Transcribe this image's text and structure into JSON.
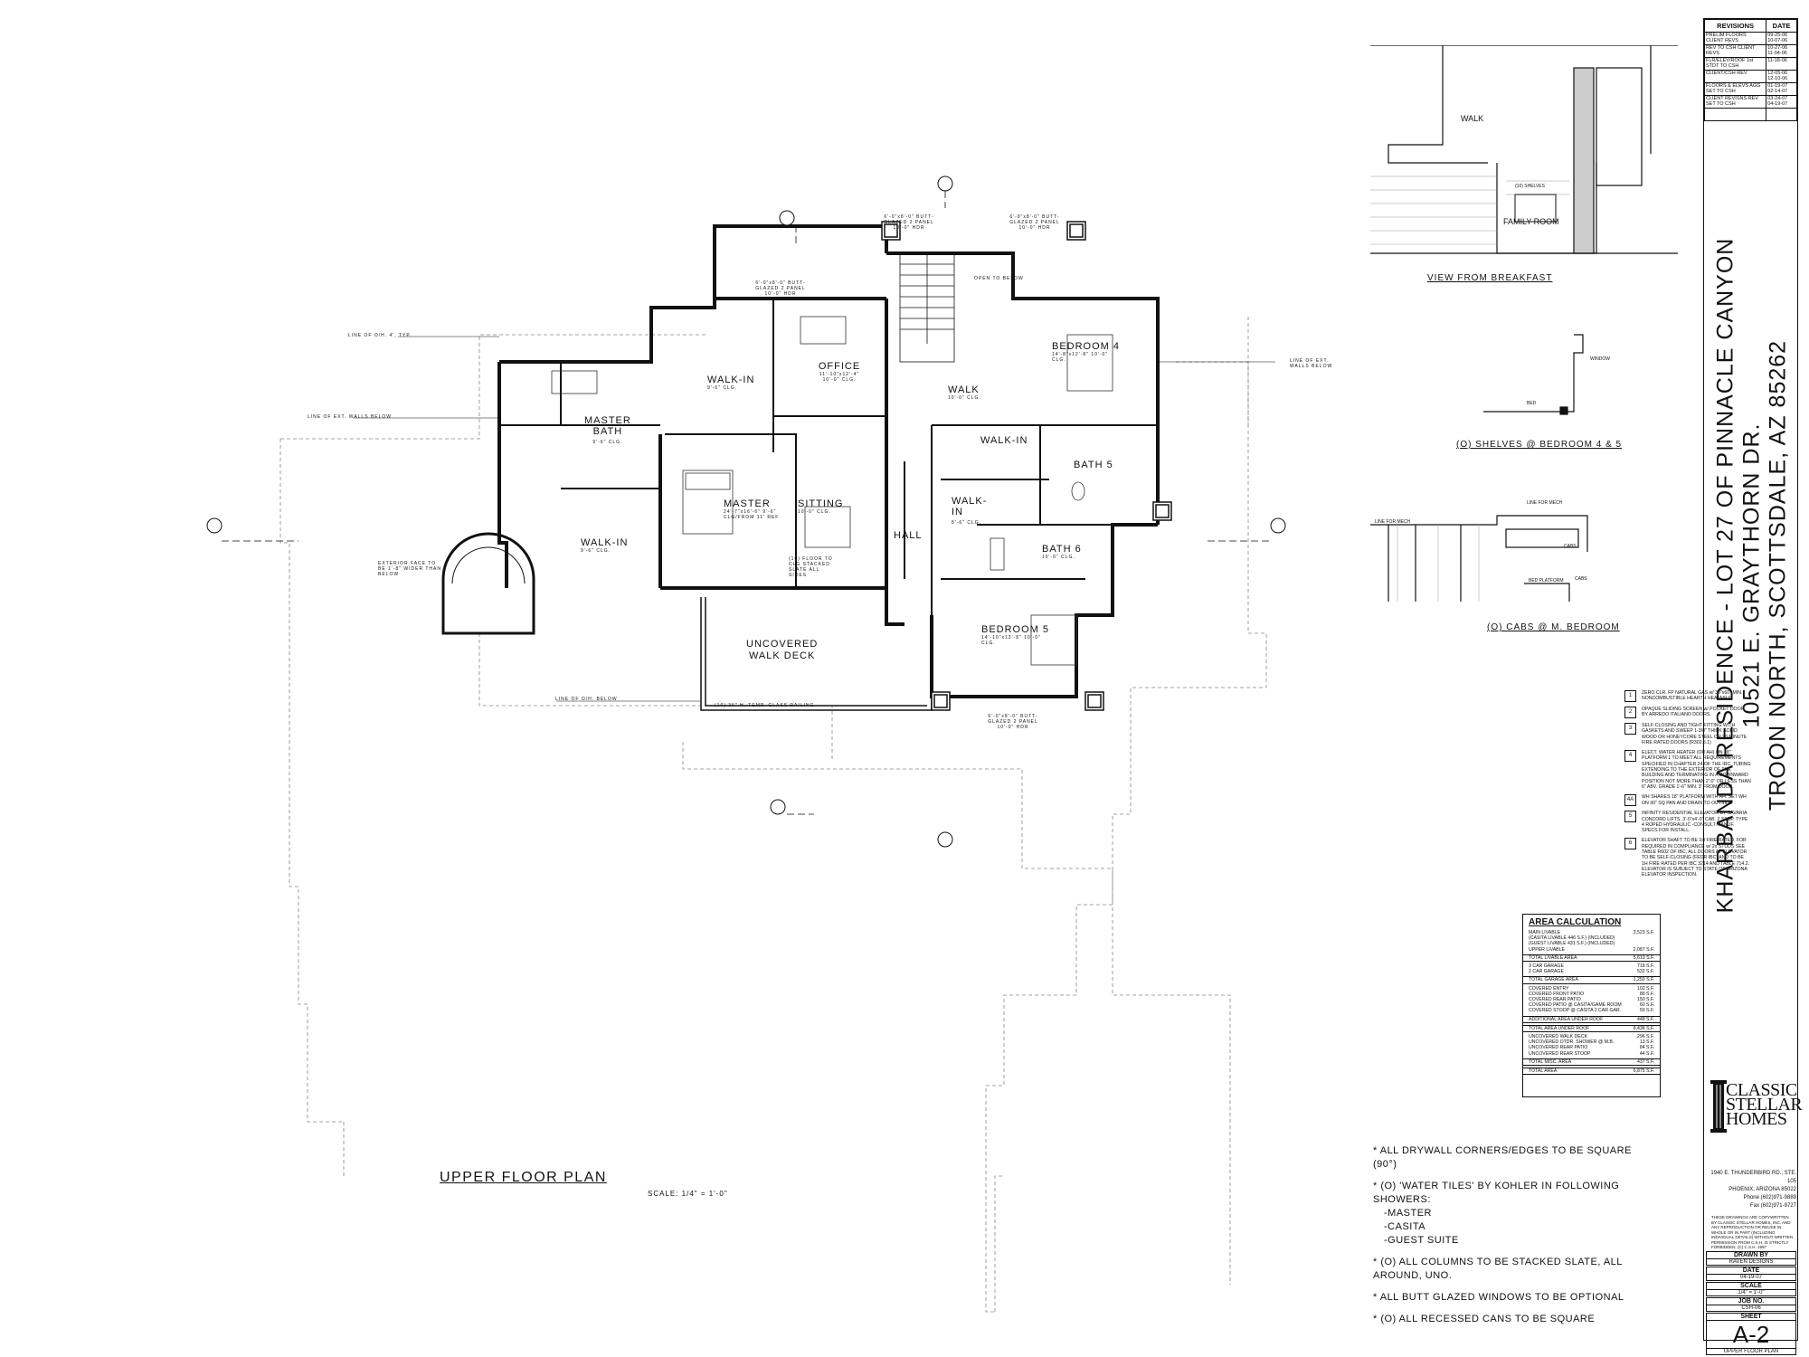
{
  "titleblock": {
    "revisions_header": "REVISIONS",
    "date_header": "DATE",
    "revisions": [
      {
        "desc": "PRELIM FLOORS CLIENT REVS",
        "date": "09-25-06 10-07-06"
      },
      {
        "desc": "REV TO CSH CLIENT REVS",
        "date": "10-27-06 11-04-06"
      },
      {
        "desc": "FLR/ELEV/ROOF 1st STDT TO CSH",
        "date": "11-18-06"
      },
      {
        "desc": "CLIENT/CSH REV",
        "date": "12-05-06 12-10-06"
      },
      {
        "desc": "FLOORS & ELEVS AGG SET TO CSH",
        "date": "01-19-07 02-14-07"
      },
      {
        "desc": "CLIENT REVISNS REV SET TO CSH",
        "date": "03-24-07 04-19-07"
      },
      {
        "desc": "",
        "date": ""
      }
    ],
    "project_line1": "KHARBANDA RESIDENCE - LOT 27 OF PINNACLE CANYON",
    "project_line2": "10521 E. GRAYTHORN DR.",
    "project_line3": "TROON NORTH, SCOTTSDALE, AZ 85262",
    "company": [
      "CLASSIC",
      "STELLAR",
      "HOMES"
    ],
    "address": [
      "1940 E. THUNDERBIRD RD., STE. 105",
      "PHOENIX, ARIZONA 85022",
      "Phone (602)971-9889",
      "Fax (602)971-9727"
    ],
    "copyright": "THESE DRAWINGS ARE COPYWRITTEN BY CLASSIC STELLAR HOMES, INC. AND ANY REPRODUCTION OR REUSE IN WHOLE OR IN PART (INCLUDING INDIVIDUAL DETAILS) WITHOUT WRITTEN PERMISSION FROM C.S.H. IS STRICTLY FORBIDDEN. (C) C.S.H. 1997",
    "drawn_by_label": "DRAWN BY",
    "drawn_by": "RAVEN DESIGNS",
    "date_label": "DATE",
    "date": "04-19-07",
    "scale_label": "SCALE",
    "scale": "1/4\" = 1'-0\"",
    "job_label": "JOB NO.",
    "job": "CSH-06",
    "sheet_label": "SHEET",
    "sheet": "A-2",
    "sheet_title": "UPPER FLOOR PLAN"
  },
  "drawing": {
    "title": "UPPER FLOOR PLAN",
    "scale": "SCALE: 1/4\" = 1'-0\"",
    "rooms": [
      {
        "name": "MASTER",
        "name2": "BATH",
        "note": "9'-6\" CLG."
      },
      {
        "name": "WALK-IN",
        "note": "9'-6\" CLG."
      },
      {
        "name": "WALK-IN",
        "note": "9'-6\" CLG."
      },
      {
        "name": "OFFICE",
        "note": "11'-10\"x12'-4\" 10'-0\" CLG."
      },
      {
        "name": "MASTER",
        "note": "24'-7\"x16'-6\" 9'-6\" CLG/FROM 11' REF"
      },
      {
        "name": "SITTING",
        "note": "10'-0\" CLG."
      },
      {
        "name": "WALK",
        "note": "10'-0\" CLG."
      },
      {
        "name": "HALL",
        "note": ""
      },
      {
        "name": "BEDROOM 4",
        "note": "14'-8\"x12'-8\" 10'-0\" CLG."
      },
      {
        "name": "WALK-IN",
        "note": ""
      },
      {
        "name": "BATH 5",
        "note": ""
      },
      {
        "name": "WALK-",
        "name2": "IN",
        "note": "8'-6\" CLG."
      },
      {
        "name": "BATH 6",
        "note": "10'-0\" CLG."
      },
      {
        "name": "BEDROOM 5",
        "note": "14'-10\"x13'-8\" 10'-0\" CLG."
      },
      {
        "name": "UNCOVERED",
        "name2": "WALK DECK",
        "note": ""
      }
    ],
    "notes": [
      "LINE OF O/H. 4', TYP.",
      "LINE OF EXT. WALLS BELOW",
      "LINE OF EXT. WALLS BELOW",
      "LINE OF O/H. BELOW",
      "(10) 36\" H. TEMP. GLASS RAILING",
      "EXTERIOR FACE TO BE 1'-8\" WIDER THAN BELOW",
      "OPEN TO BELOW",
      "(10) FLOOR TO CLG STACKED SLATE ALL SIDES",
      "6'-0\"x8'-0\" BUTT-GLAZED 2 PANEL 10'-0\" HDR",
      "6'-0\"x8'-0\" BUTT-GLAZED 2 PANEL 10'-0\" HDR",
      "6'-0\"x8'-0\" BUTT-GLAZED 2 PANEL 10'-0\" HDR",
      "6'-0\"x8'-0\" BUTT-GLAZED 2 PANEL 10'-0\" HDR"
    ]
  },
  "elevations": [
    {
      "title": "VIEW FROM BREAKFAST",
      "labels": [
        "WALK",
        "FAMILY ROOM",
        "(10) SHELVES"
      ]
    },
    {
      "title": "(O) SHELVES @ BEDROOM 4 & 5",
      "labels": [
        "WINDOW",
        "BED"
      ]
    },
    {
      "title": "(O) CABS @ M. BEDROOM",
      "labels": [
        "LINE FOR MECH",
        "LINE FOR MECH",
        "CABS",
        "BED PLATFORM",
        "CABS"
      ]
    }
  ],
  "keynotes": [
    {
      "n": "1",
      "text": "ZERO CLR. FP NATURAL GAS w/ 30\"x60\" MIN. NONCOMBUSTIBLE HEARTH HEATASLO"
    },
    {
      "n": "2",
      "text": "OPAQUE SLIDING SCREEN w/ POCKET DOOR BY ARREDO ITALIANO DOORS."
    },
    {
      "n": "3",
      "text": "SELF-CLOSING AND TIGHT FITTING WITH GASKETS AND SWEEP 1-3/8\" THICK SOLID WOOD OR HONEYCORE STEEL OR 20 MINUTE FIRE RATED DOORS (R302.5.1)"
    },
    {
      "n": "4",
      "text": "ELECT. WATER HEATER (OR AH) ON 18\" PLATFORM 1 TO MEET ALL REQUIREMENTS SPECIFIED IN CHAPTER 24 OF THE IRC. TUBING EXTENDING TO THE EXTERIOR OF THE BUILDING AND TERMINATING IN A DOWNWARD POSITION NOT MORE THAN 2'-0\" OR LESS THAN 6\" ABV. GRADE 1'-6\" MIN. 3' FROM DOOR."
    },
    {
      "n": "4A",
      "text": "WH SHARES 18\" PLATFORM WITH AH. SET WH ON 30\" SQ PAN AND DRAIN TO OUTSIDE"
    },
    {
      "n": "5",
      "text": "INFINITY RESIDENTIAL ELEVATOR BY SAVARIA CONCORD LIFTS. 3'-0\"x4'-0\" CAB. 2 STOP. TYPE 4 ROPED HYDRAULIC -CONSULT MANUF. SPECS FOR INSTALL."
    },
    {
      "n": "6",
      "text": "ELEVATOR SHAFT TO BE 1H FIRE RATED. FOR REQUIRED IN COMPLIANCE w/ 2x STUDS SEE TABLE R602 OF IBC. ALL DOORS AT ELEVATOR TO BE SELF-CLOSING (FEDR IBC) AND TO BE 1H FIRE RATED PER IBC 3214 AND TABLE 714.2. ELEVATOR IS SUBJECT TO STATE OF ARIZONA ELEVATOR INSPECTION."
    }
  ],
  "area_calc": {
    "title": "AREA CALCULATION",
    "rows": [
      {
        "label": "MAIN LIVABLE",
        "value": "3,523 S.F."
      },
      {
        "label": "(CASITA LIVABLE 446 S.F.) (INCLUDED)",
        "value": ""
      },
      {
        "label": "(GUEST LIVABLE 431 S.F.) (INCLUDED)",
        "value": ""
      },
      {
        "label": "UPPER LIVABLE",
        "value": "2,087 S.F."
      },
      {
        "label": "TOTAL LIVABLE AREA",
        "value": "5,610 S.F.",
        "total": true
      },
      {
        "label": "3 CAR GARAGE",
        "value": "718 S.F."
      },
      {
        "label": "2 CAR GARAGE",
        "value": "532 S.F."
      },
      {
        "label": "TOTAL GARAGE AREA",
        "value": "1,250 S.F.",
        "total": true
      },
      {
        "label": "COVERED ENTRY",
        "value": "102 S.F."
      },
      {
        "label": "COVERED FRONT PATIO",
        "value": "86 S.F."
      },
      {
        "label": "COVERED REAR PATIO",
        "value": "150 S.F."
      },
      {
        "label": "COVERED PATIO @ CASITA/GAME ROOM",
        "value": "60 S.F."
      },
      {
        "label": "COVERED STOOP @ CASITA 2 CAR GAR.",
        "value": "50 S.F."
      },
      {
        "label": "ADDITIONAL AREA UNDER ROOF",
        "value": "448 S.F.",
        "total": true
      },
      {
        "label": "TOTAL AREA UNDER ROOF",
        "value": "6,438 S.F.",
        "total": true
      },
      {
        "label": "UNCOVERED WALK DECK",
        "value": "296 S.F."
      },
      {
        "label": "UNCOVERED OTDR. SHOWER @ M.B.",
        "value": "13 S.F."
      },
      {
        "label": "UNCOVERED REAR PATIO",
        "value": "84 S.F."
      },
      {
        "label": "UNCOVERED REAR STOOP",
        "value": "44 S.F."
      },
      {
        "label": "TOTAL MISC. AREA",
        "value": "437 S.F.",
        "total": true
      },
      {
        "label": "TOTAL AREA",
        "value": "6,875 S.F.",
        "total": true
      }
    ]
  },
  "general_notes": [
    {
      "text": "* ALL DRYWALL CORNERS/EDGES TO BE SQUARE (90°)"
    },
    {
      "text": "* (O) 'WATER TILES' BY KOHLER IN FOLLOWING SHOWERS:",
      "sub": [
        "-MASTER",
        "-CASITA",
        "-GUEST SUITE"
      ]
    },
    {
      "text": "* (O) ALL COLUMNS TO BE STACKED SLATE, ALL AROUND, UNO."
    },
    {
      "text": "* ALL BUTT GLAZED WINDOWS TO BE OPTIONAL"
    },
    {
      "text": "* (O) ALL RECESSED CANS TO BE SQUARE"
    }
  ]
}
